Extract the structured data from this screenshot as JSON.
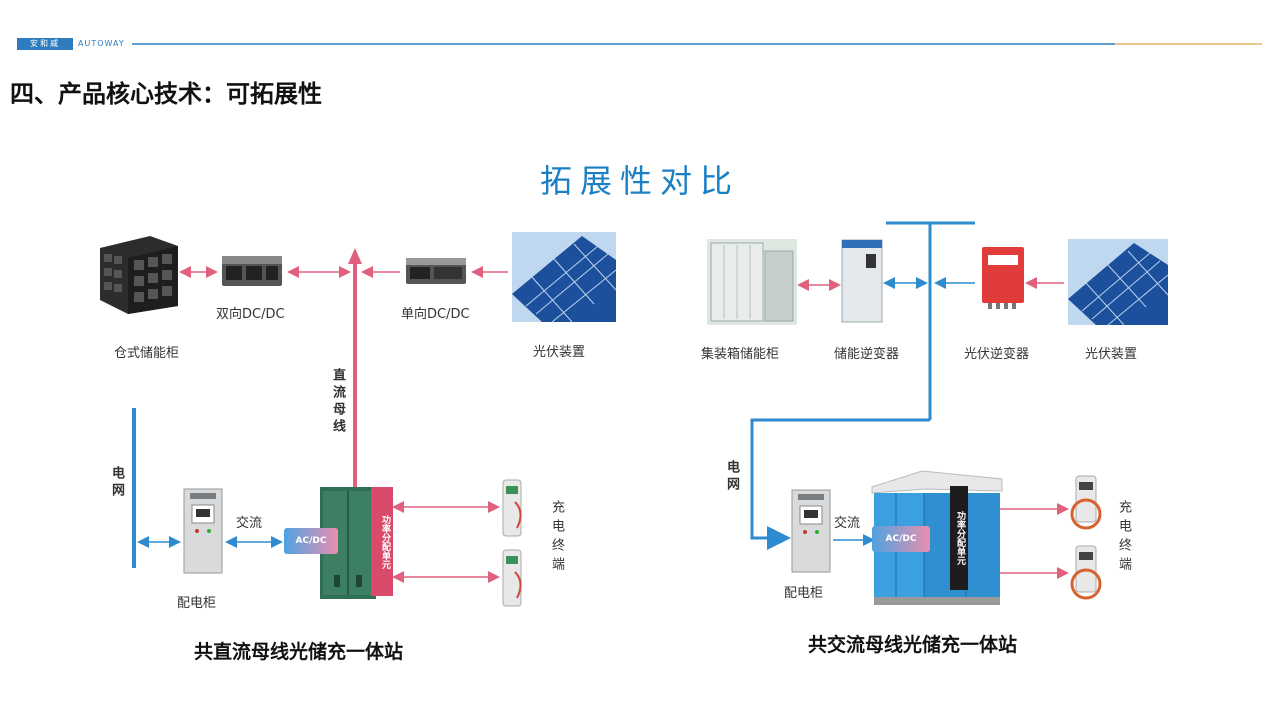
{
  "header": {
    "logo_cn": "安和威",
    "logo_en": "AUTOWAY"
  },
  "page_title": "四、产品核心技术：可拓展性",
  "section_title": "拓展性对比",
  "left": {
    "storage_cabinet": "仓式储能柜",
    "bidir_dcdc": "双向DC/DC",
    "unidir_dcdc": "单向DC/DC",
    "pv": "光伏装置",
    "dc_bus": "直流母线",
    "grid": "电网",
    "ac": "交流",
    "distribution_cabinet": "配电柜",
    "acdc": "AC/DC",
    "power_unit": "功率分配单元",
    "charger_terminal": "充电终端",
    "caption": "共直流母线光储充一体站"
  },
  "right": {
    "container_storage": "集装箱储能柜",
    "storage_inverter": "储能逆变器",
    "pv_inverter": "光伏逆变器",
    "pv": "光伏装置",
    "grid": "电网",
    "ac": "交流",
    "distribution_cabinet": "配电柜",
    "acdc": "AC/DC",
    "power_unit": "功率分配单元",
    "charger_terminal": "充电终端",
    "caption": "共交流母线光储充一体站"
  },
  "colors": {
    "brand_blue": "#2e7bbf",
    "title_blue": "#1b7fc4",
    "pink": "#e0607e",
    "gold": "#e5b66a"
  }
}
